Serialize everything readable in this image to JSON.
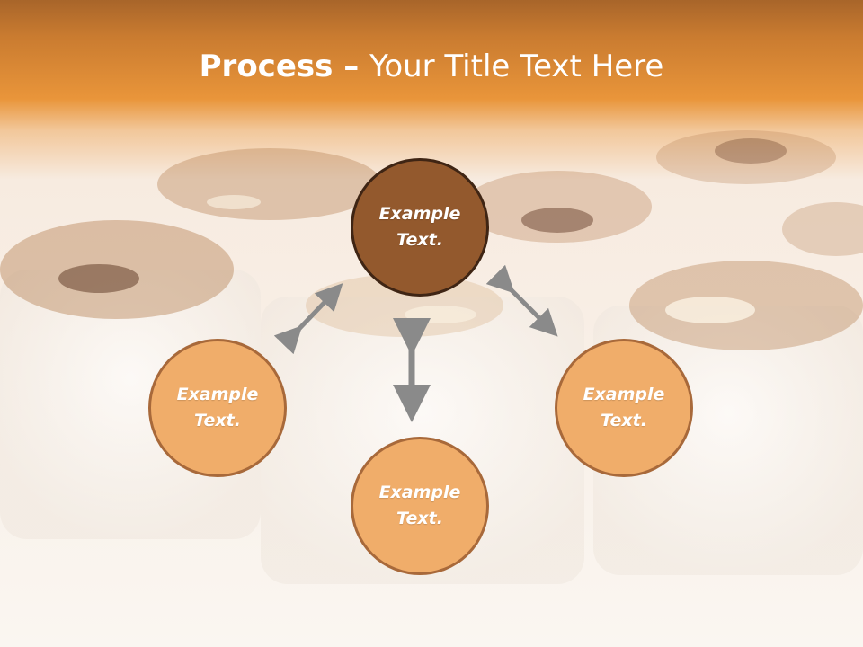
{
  "title": {
    "bold": "Process",
    "dash": " – ",
    "rest": "Your Title Text Here"
  },
  "nodes": {
    "top": {
      "line1": "Example",
      "line2": "Text."
    },
    "left": {
      "line1": "Example",
      "line2": "Text."
    },
    "right": {
      "line1": "Example",
      "line2": "Text."
    },
    "bottom": {
      "line1": "Example",
      "line2": "Text."
    }
  },
  "colors": {
    "header": "#e9953a",
    "center_fill": "#93592d",
    "center_border": "#3f2514",
    "outer_fill": "#f0ad6a",
    "outer_border": "#a8693a",
    "arrow": "#8a8a8a"
  },
  "icons": [
    "double-arrow-icon",
    "double-arrow-icon",
    "double-arrow-icon"
  ]
}
